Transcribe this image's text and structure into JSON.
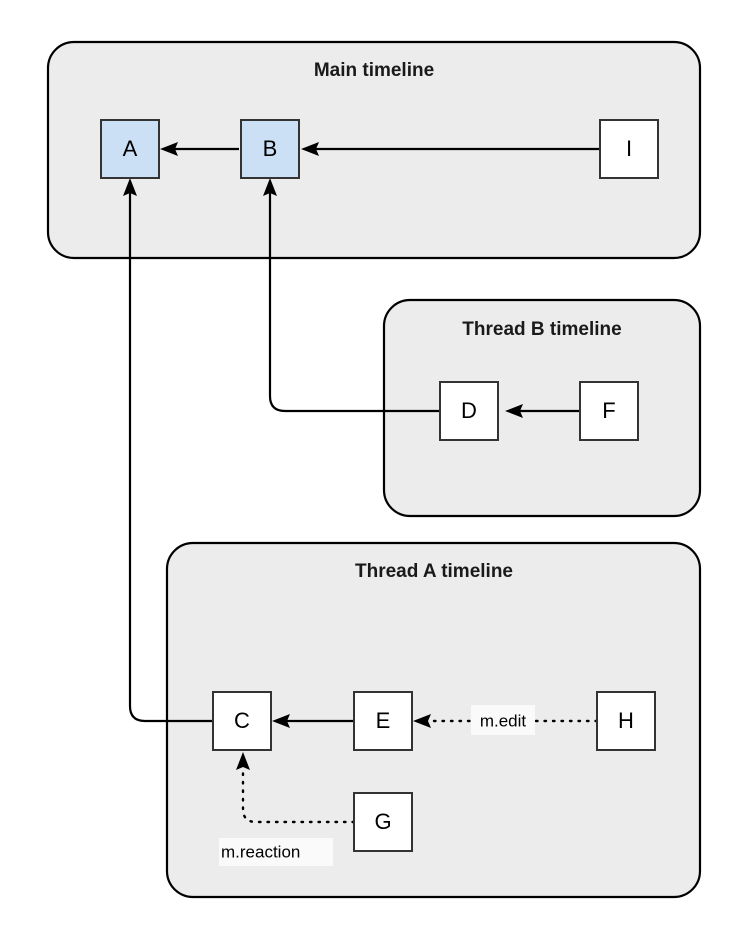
{
  "diagram": {
    "type": "matrix-event-timeline-graph",
    "background_color": "#ffffff",
    "panel_fill": "#ececec",
    "panel_stroke": "#000000",
    "node_blue_fill": "#cce0f5",
    "node_white_fill": "#ffffff",
    "node_stroke": "#333333",
    "edge_color": "#000000",
    "label_highlight": "#fafafa"
  },
  "panels": [
    {
      "id": "main",
      "title": "Main timeline"
    },
    {
      "id": "thread_b",
      "title": "Thread B timeline"
    },
    {
      "id": "thread_a",
      "title": "Thread A timeline"
    }
  ],
  "nodes": [
    {
      "id": "A",
      "label": "A",
      "panel": "main",
      "style": "blue"
    },
    {
      "id": "B",
      "label": "B",
      "panel": "main",
      "style": "blue"
    },
    {
      "id": "I",
      "label": "I",
      "panel": "main",
      "style": "white"
    },
    {
      "id": "D",
      "label": "D",
      "panel": "thread_b",
      "style": "white"
    },
    {
      "id": "F",
      "label": "F",
      "panel": "thread_b",
      "style": "white"
    },
    {
      "id": "C",
      "label": "C",
      "panel": "thread_a",
      "style": "white"
    },
    {
      "id": "E",
      "label": "E",
      "panel": "thread_a",
      "style": "white"
    },
    {
      "id": "H",
      "label": "H",
      "panel": "thread_a",
      "style": "white"
    },
    {
      "id": "G",
      "label": "G",
      "panel": "thread_a",
      "style": "white"
    }
  ],
  "edges": [
    {
      "id": "B-A",
      "from": "B",
      "to": "A",
      "line": "solid",
      "label": ""
    },
    {
      "id": "I-B",
      "from": "I",
      "to": "B",
      "line": "solid",
      "label": ""
    },
    {
      "id": "F-D",
      "from": "F",
      "to": "D",
      "line": "solid",
      "label": ""
    },
    {
      "id": "D-B",
      "from": "D",
      "to": "B",
      "line": "solid",
      "label": ""
    },
    {
      "id": "E-C",
      "from": "E",
      "to": "C",
      "line": "solid",
      "label": ""
    },
    {
      "id": "C-A",
      "from": "C",
      "to": "A",
      "line": "solid",
      "label": ""
    },
    {
      "id": "H-E",
      "from": "H",
      "to": "E",
      "line": "dotted",
      "label": "m.edit"
    },
    {
      "id": "G-C",
      "from": "G",
      "to": "C",
      "line": "dotted",
      "label": "m.reaction"
    }
  ],
  "edge_labels": {
    "m_edit": "m.edit",
    "m_reaction": "m.reaction"
  }
}
